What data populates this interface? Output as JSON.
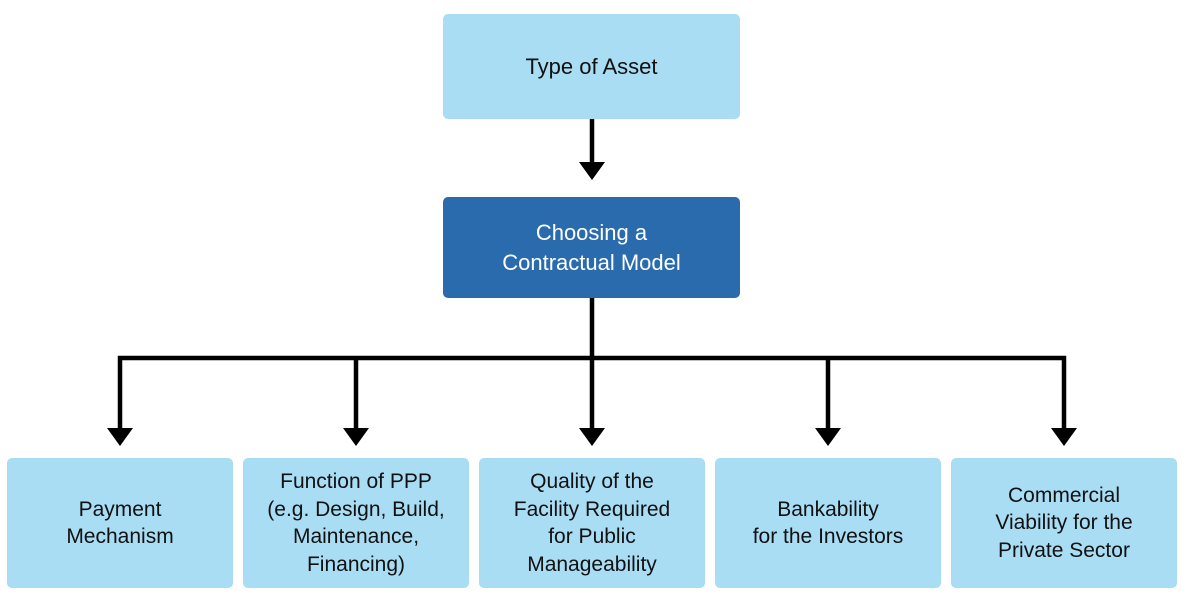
{
  "diagram": {
    "type": "flowchart",
    "nodes": {
      "root": {
        "label": "Type of Asset",
        "lines": [
          "Type of Asset"
        ]
      },
      "center": {
        "label": "Choosing a Contractual Model",
        "lines": [
          "Choosing a",
          "Contractual Model"
        ]
      },
      "leaves": [
        {
          "label": "Payment Mechanism",
          "lines": [
            "Payment",
            "Mechanism"
          ]
        },
        {
          "label": "Function of PPP (e.g. Design, Build, Maintenance, Financing)",
          "lines": [
            "Function of PPP",
            "(e.g. Design, Build,",
            "Maintenance,",
            "Financing)"
          ]
        },
        {
          "label": "Quality of the Facility Required for Public Manageability",
          "lines": [
            "Quality of the",
            "Facility Required",
            "for Public",
            "Manageability"
          ]
        },
        {
          "label": "Bankability for the Investors",
          "lines": [
            "Bankability",
            "for the Investors"
          ]
        },
        {
          "label": "Commercial Viability for the Private Sector",
          "lines": [
            "Commercial",
            "Viability for the",
            "Private Sector"
          ]
        }
      ]
    },
    "edges": [
      {
        "from": "root",
        "to": "center",
        "style": "arrow"
      },
      {
        "from": "center",
        "to": "all-leaves",
        "style": "branching-arrows"
      }
    ],
    "colors": {
      "node_fill_light": "#a9ddf4",
      "node_fill_dark": "#2a6bad",
      "text_dark": "#111111",
      "text_light": "#ffffff",
      "connector": "#000000",
      "background": "#ffffff"
    }
  }
}
